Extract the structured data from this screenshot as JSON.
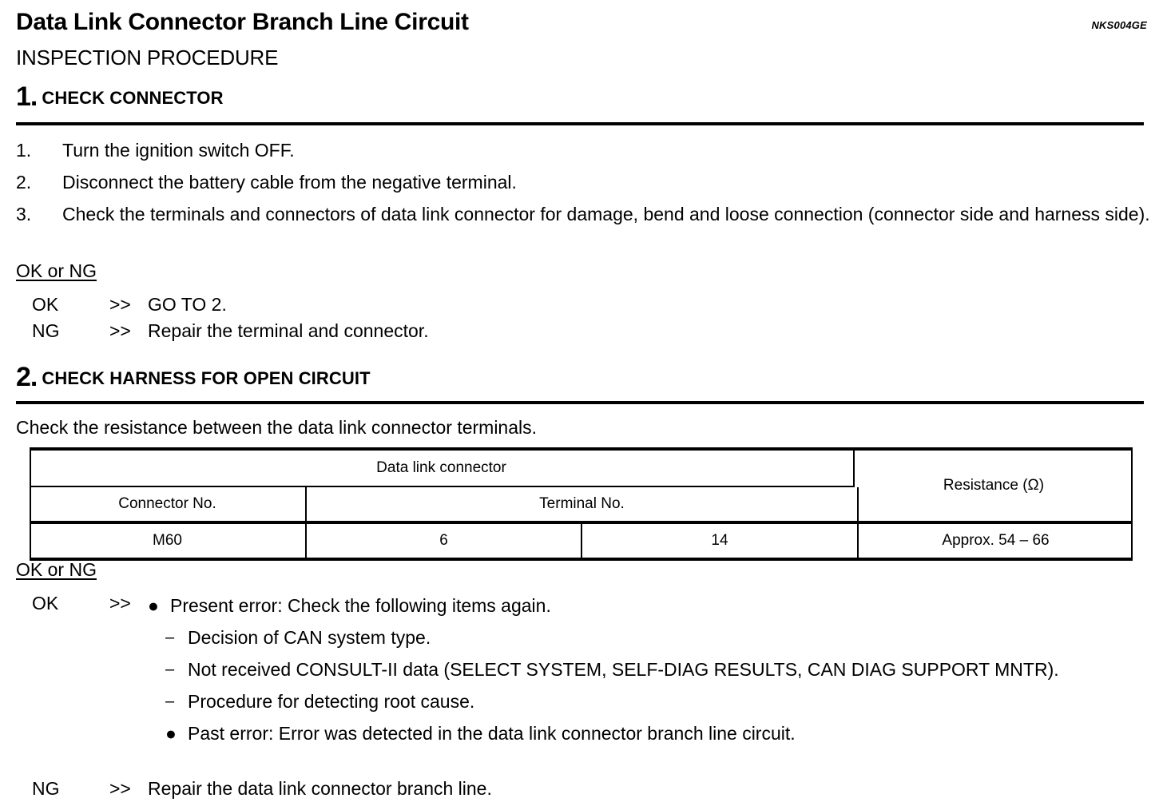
{
  "document": {
    "title": "Data Link Connector Branch Line Circuit",
    "reference_code": "NKS004GE",
    "section_label": "INSPECTION PROCEDURE"
  },
  "step1": {
    "number": "1.",
    "name": "CHECK CONNECTOR",
    "items": [
      {
        "marker": "1.",
        "text": "Turn the ignition switch OFF."
      },
      {
        "marker": "2.",
        "text": "Disconnect the battery cable from the negative terminal."
      },
      {
        "marker": "3.",
        "text": "Check the terminals and connectors of data link connector for damage, bend and loose connection (connector side and harness side)."
      }
    ],
    "result_heading": "OK or NG",
    "results": [
      {
        "tag": "OK",
        "arrow": ">>",
        "text": "GO TO 2."
      },
      {
        "tag": "NG",
        "arrow": ">>",
        "text": "Repair the terminal and connector."
      }
    ]
  },
  "step2": {
    "number": "2.",
    "name": "CHECK HARNESS FOR OPEN CIRCUIT",
    "instruction": "Check the resistance between the data link connector terminals.",
    "table": {
      "group_header": "Data link connector",
      "resistance_header": "Resistance (Ω)",
      "sub_headers": {
        "connector": "Connector No.",
        "terminal": "Terminal No."
      },
      "rows": [
        {
          "connector": "M60",
          "terminal_a": "6",
          "terminal_b": "14",
          "resistance": "Approx. 54 – 66"
        }
      ]
    },
    "result_heading": "OK or NG",
    "ok": {
      "tag": "OK",
      "arrow": ">>",
      "bullets": [
        {
          "marker": "●",
          "kind": "dot",
          "text": "Present error: Check the following items again."
        },
        {
          "marker": "–",
          "kind": "dash",
          "text": "Decision of CAN system type."
        },
        {
          "marker": "–",
          "kind": "dash",
          "text": "Not received CONSULT-II data (SELECT SYSTEM, SELF-DIAG RESULTS, CAN DIAG SUPPORT MNTR)."
        },
        {
          "marker": "–",
          "kind": "dash",
          "text": "Procedure for detecting root cause."
        },
        {
          "marker": "●",
          "kind": "dot",
          "text": "Past error: Error was detected in the data link connector branch line circuit."
        }
      ]
    },
    "ng": {
      "tag": "NG",
      "arrow": ">>",
      "text": "Repair the data link connector branch line."
    }
  }
}
